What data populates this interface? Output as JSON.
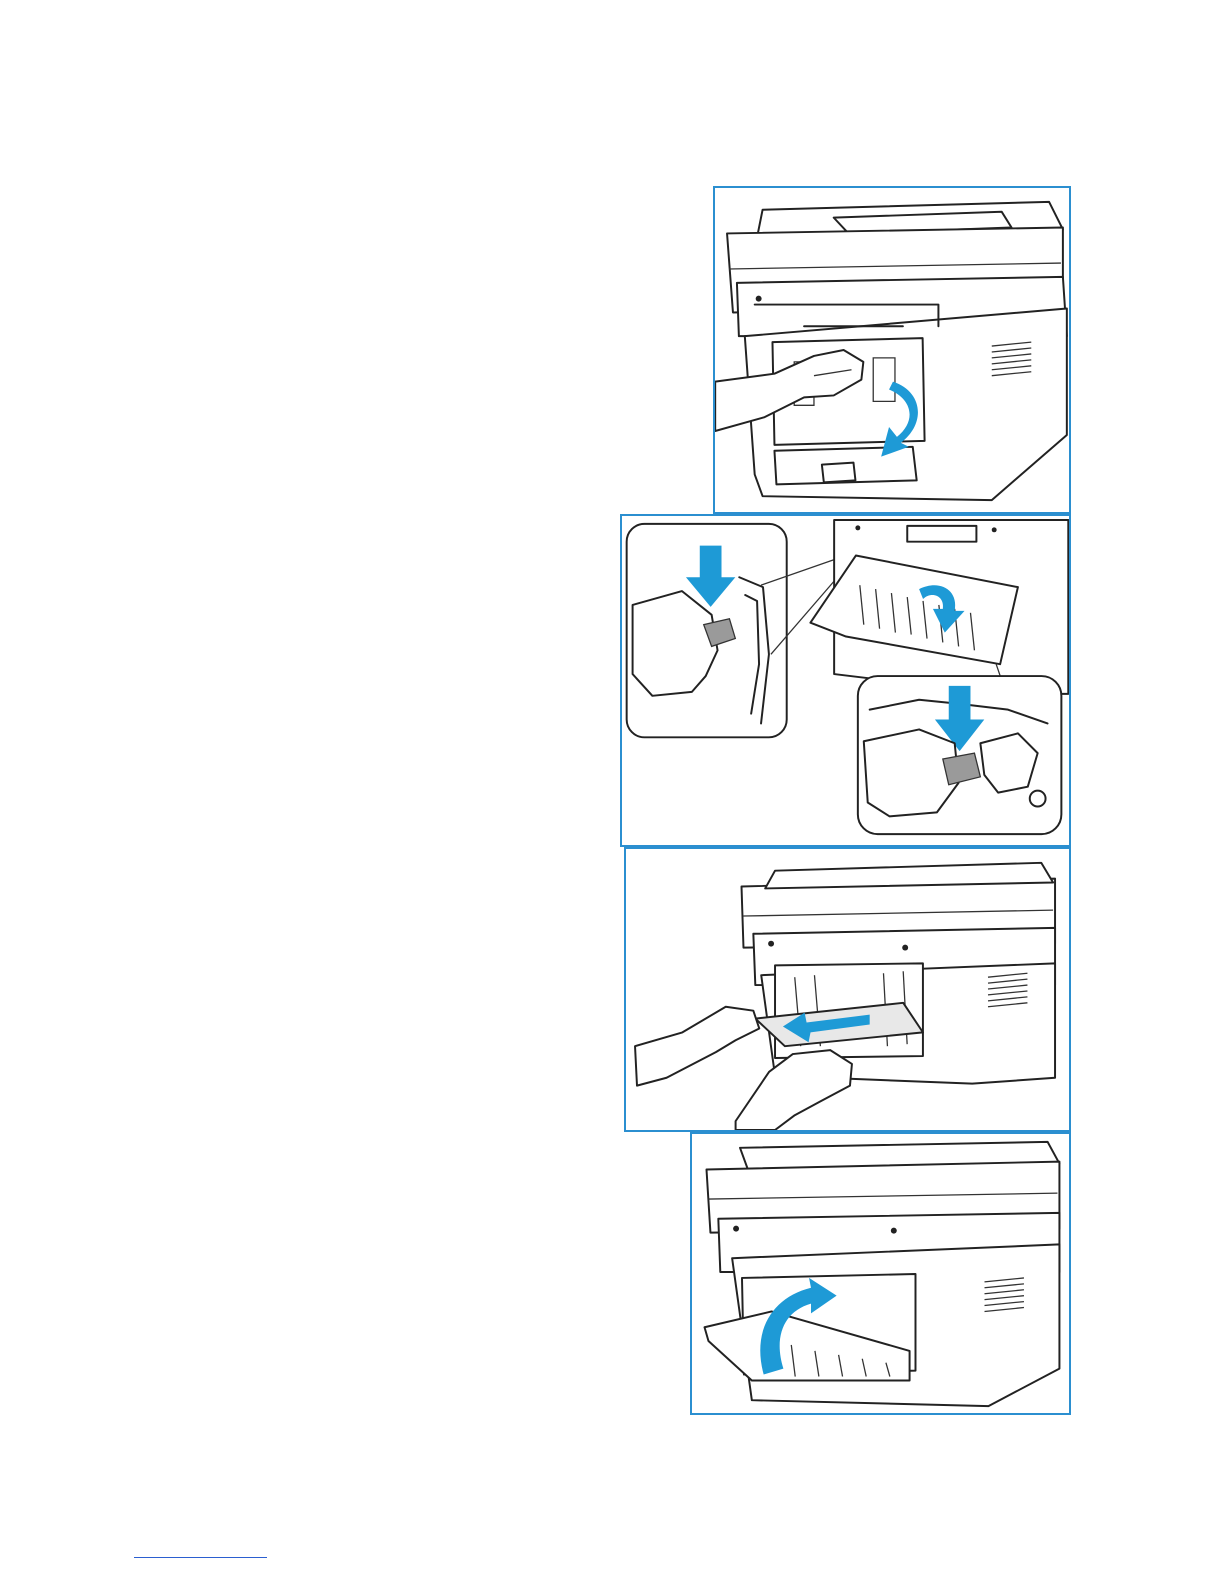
{
  "figures": [
    {
      "id": "step-1",
      "icon": "open-rear-cover-illustration",
      "arrow_color": "#1e9ad6"
    },
    {
      "id": "step-2",
      "icon": "release-fuser-levers-illustration",
      "arrow_color": "#1e9ad6"
    },
    {
      "id": "step-3",
      "icon": "remove-jammed-paper-illustration",
      "arrow_color": "#1e9ad6"
    },
    {
      "id": "step-4",
      "icon": "close-rear-cover-illustration",
      "arrow_color": "#1e9ad6"
    }
  ],
  "colors": {
    "panel_border": "#2b8fd0",
    "arrow": "#1e9ad6",
    "footer_rule": "#2b5fd0"
  }
}
